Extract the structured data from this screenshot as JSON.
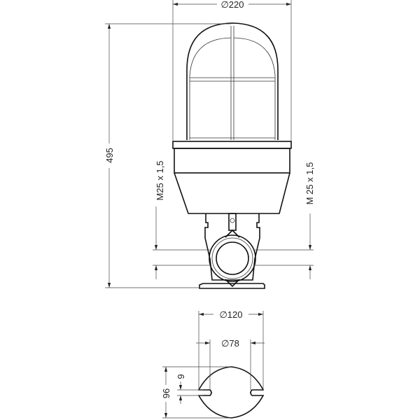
{
  "drawing": {
    "side_view": {
      "diameter_label": "∅220",
      "height_label": "495",
      "thread_left_label": "M25 x 1,5",
      "thread_right_label": "M 25 x 1,5"
    },
    "base_view": {
      "outer_diameter_label": "∅120",
      "inner_diameter_label": "∅78",
      "height_label": "96",
      "slot_label": "9"
    },
    "line_color": "#111111"
  }
}
